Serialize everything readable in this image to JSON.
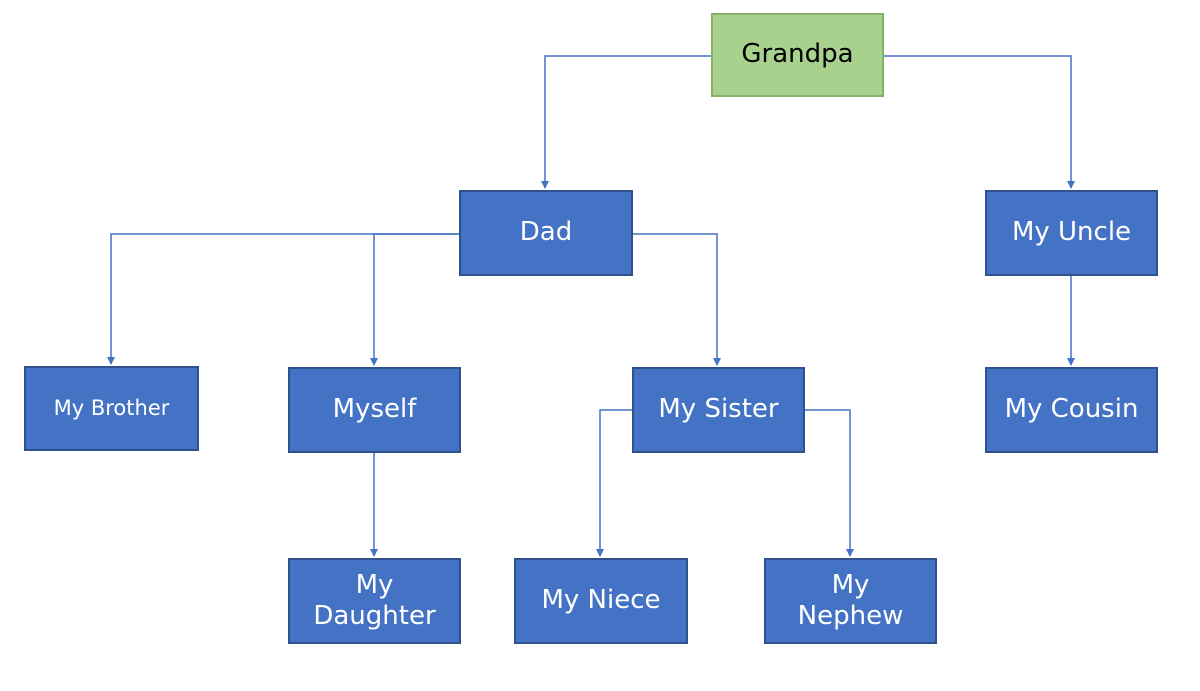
{
  "diagram": {
    "nodes": {
      "grandpa": "Grandpa",
      "dad": "Dad",
      "uncle": "My Uncle",
      "brother": "My Brother",
      "myself": "Myself",
      "sister": "My Sister",
      "cousin": "My Cousin",
      "daughter": "My\nDaughter",
      "niece": "My Niece",
      "nephew": "My\nNephew"
    },
    "edges": [
      [
        "grandpa",
        "dad"
      ],
      [
        "grandpa",
        "uncle"
      ],
      [
        "dad",
        "brother"
      ],
      [
        "dad",
        "myself"
      ],
      [
        "dad",
        "sister"
      ],
      [
        "uncle",
        "cousin"
      ],
      [
        "myself",
        "daughter"
      ],
      [
        "sister",
        "niece"
      ],
      [
        "sister",
        "nephew"
      ]
    ],
    "colors": {
      "node_fill": "#4472c4",
      "node_border": "#2f528f",
      "root_fill": "#a9d18e",
      "root_border": "#82b366",
      "connector": "#4472c4"
    }
  }
}
